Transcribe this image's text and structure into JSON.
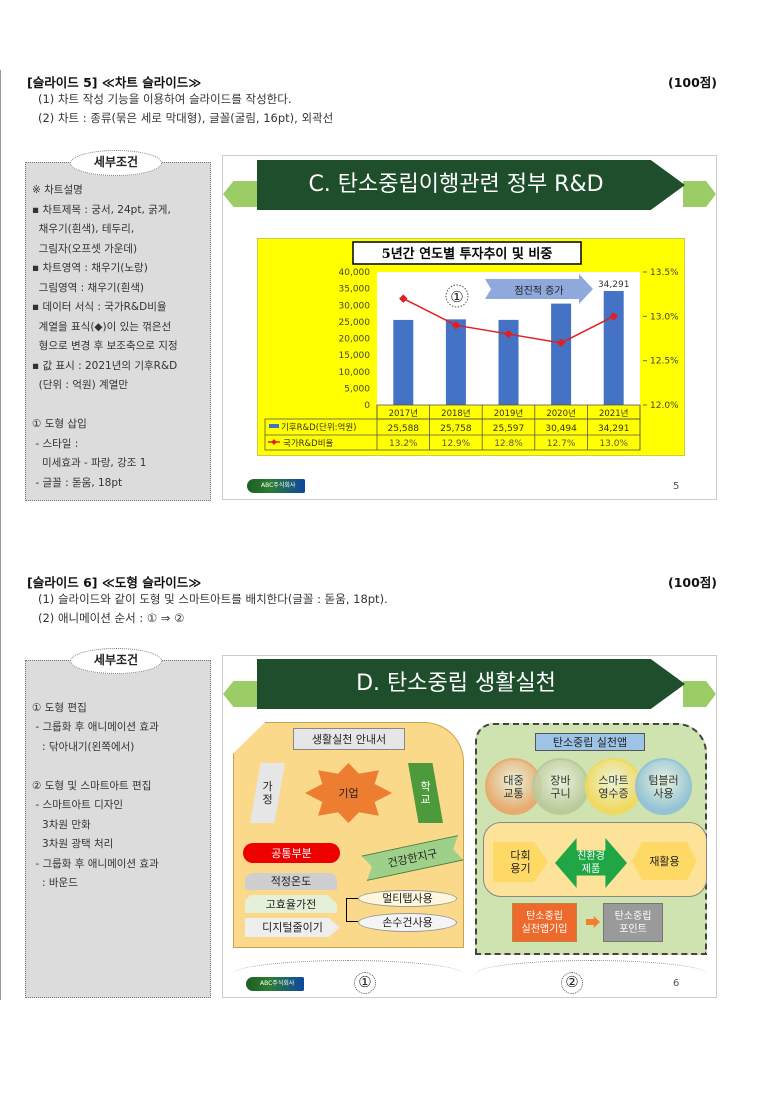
{
  "slide5": {
    "heading": "[슬라이드 5] ≪차트 슬라이드≫",
    "score": "(100점)",
    "instructions": [
      "(1) 차트 작성 기능을 이용하여 슬라이드를 작성한다.",
      "(2) 차트 : 종류(묶은 세로 막대형), 글꼴(굴림, 16pt), 외곽선"
    ],
    "conditions_title": "세부조건",
    "conditions": [
      "※ 차트설명",
      "▪ 차트제목 : 궁서, 24pt, 굵게,",
      "  채우기(흰색), 테두리,",
      "  그림자(오프셋 가운데)",
      "▪ 차트영역 : 채우기(노랑)",
      "  그림영역 : 채우기(흰색)",
      "▪ 데이터 서식 : 국가R&D비율",
      "  계열을 표식(◆)이 있는 꺾은선",
      "  형으로 변경 후 보조축으로 지정",
      "▪ 값 표시 : 2021년의 기후R&D",
      "  (단위 : 억원) 계열만",
      "",
      "① 도형 삽입",
      " - 스타일 :",
      "   미세효과 - 파랑, 강조 1",
      " - 글꼴 : 돋움, 18pt"
    ],
    "slide_title": "C. 탄소중립이행관련 정부 R&D",
    "shape_label": "점진적 증가",
    "shape_number": "①",
    "page_number": "5",
    "logo_text": "ABC주식회사"
  },
  "chart_data": {
    "type": "bar",
    "title": "5년간 연도별 투자추이 및 비중",
    "categories": [
      "2017년",
      "2018년",
      "2019년",
      "2020년",
      "2021년"
    ],
    "series": [
      {
        "name": "기후R&D(단위:억원)",
        "type": "bar",
        "axis": "primary",
        "values": [
          25588,
          25758,
          25597,
          30494,
          34291
        ],
        "value_labels": [
          "25,588",
          "25,758",
          "25,597",
          "30,494",
          "34,291"
        ],
        "color": "#4472c4"
      },
      {
        "name": "국가R&D비율",
        "type": "line",
        "axis": "secondary",
        "marker": "diamond",
        "values": [
          13.2,
          12.9,
          12.8,
          12.7,
          13.0
        ],
        "value_labels": [
          "13.2%",
          "12.9%",
          "12.8%",
          "12.7%",
          "13.0%"
        ],
        "color": "#e02020"
      }
    ],
    "ylim": [
      0,
      40000
    ],
    "y_ticks": [
      "0",
      "5,000",
      "10,000",
      "15,000",
      "20,000",
      "25,000",
      "30,000",
      "35,000",
      "40,000"
    ],
    "y2lim": [
      12.0,
      13.5
    ],
    "y2_ticks": [
      "12.0%",
      "12.5%",
      "13.0%",
      "13.5%"
    ],
    "data_label": "34,291",
    "data_table": true,
    "grid": false,
    "chart_area_color": "#ffff00",
    "plot_area_color": "#ffffff"
  },
  "slide6": {
    "heading": "[슬라이드 6] ≪도형 슬라이드≫",
    "score": "(100점)",
    "instructions": [
      "(1) 슬라이드와 같이 도형 및 스마트아트를 배치한다(글꼴 : 돋움, 18pt).",
      "(2) 애니메이션 순서 : ① ⇒ ②"
    ],
    "conditions_title": "세부조건",
    "conditions": [
      "",
      "① 도형 편집",
      " - 그룹화 후 애니메이션 효과",
      "   : 닦아내기(왼쪽에서)",
      "",
      "② 도형 및 스마트아트 편집",
      " - 스마트아트 디자인",
      "   3차원 만화",
      "   3차원 광택 처리",
      " - 그룹화 후 애니메이션 효과",
      "   : 바운드"
    ],
    "slide_title": "D. 탄소중립 생활실천",
    "left": {
      "scroll": "생활실천 안내서",
      "home": "가\n정",
      "company": "기업",
      "school": "학\n교",
      "common": "공통부분",
      "ribbon": "건강한지구",
      "items": [
        "적정온도",
        "고효율가전",
        "디지털줄이기"
      ],
      "ellipses": [
        "멀티탭사용",
        "손수건사용"
      ]
    },
    "right": {
      "scroll": "탄소중립 실천앱",
      "circles": [
        "대중\n교통",
        "장바\n구니",
        "스마트\n영수증",
        "텀블러\n사용"
      ],
      "reuse": "다회\n용기",
      "eco": "친환경\n제품",
      "recycle": "재활용",
      "app": "탄소중립\n실천앱기입",
      "points": "탄소중립\n포인트"
    },
    "group_numbers": [
      "①",
      "②"
    ],
    "page_number": "6",
    "logo_text": "ABC주식회사"
  }
}
